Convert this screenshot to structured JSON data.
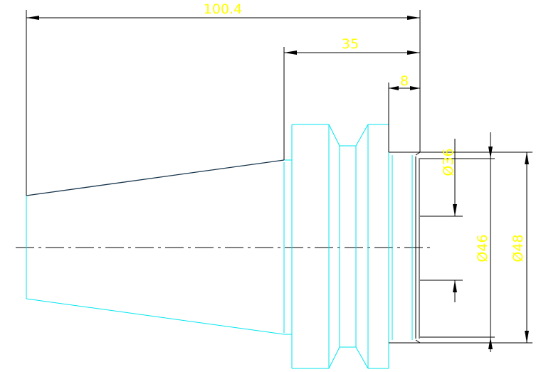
{
  "dimensions": {
    "overall_length": "100.4",
    "flange_length": "35",
    "pilot_length": "8",
    "inner_diameter": "Ø36",
    "shoulder_diameter": "Ø46",
    "outer_diameter": "Ø48"
  },
  "colors": {
    "part_outline": "#00e5ee",
    "dimension_lines": "#000000",
    "dimension_text": "#ffff00",
    "taper_edge": "#17344a"
  }
}
